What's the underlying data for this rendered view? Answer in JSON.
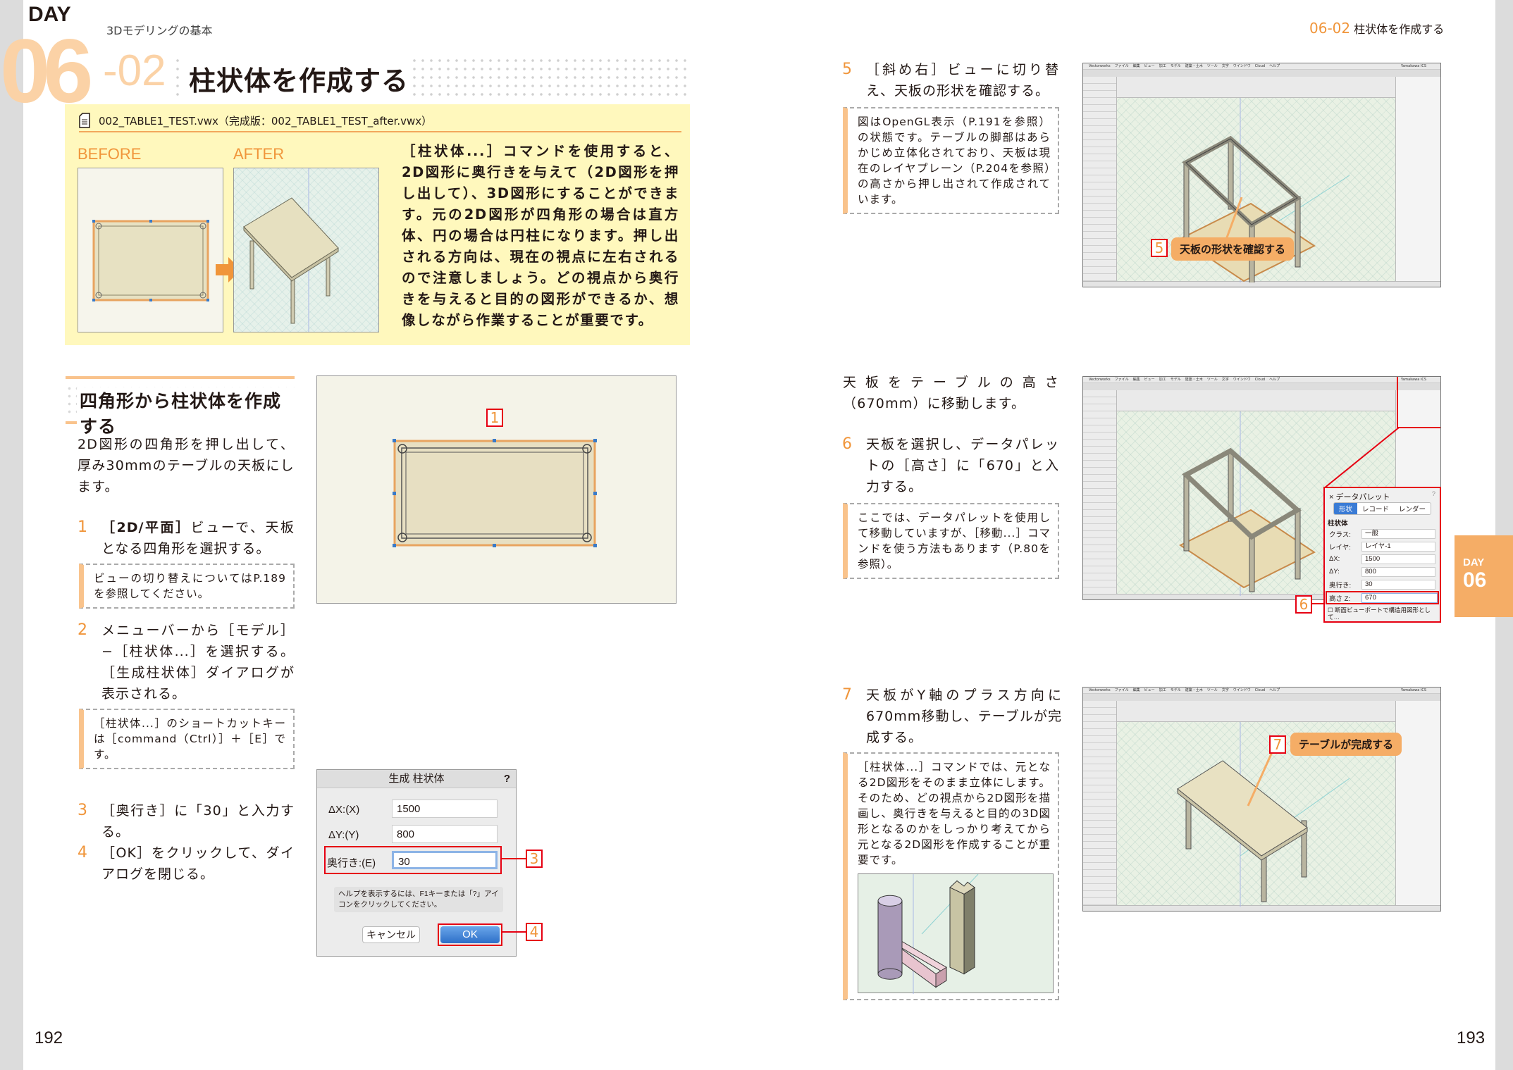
{
  "left_page": {
    "chapter_label": "3Dモデリングの基本",
    "day_label": "DAY",
    "day_number": "06",
    "section_number": "-02",
    "title": "柱状体を作成する",
    "intro_box": {
      "file_line": "002_TABLE1_TEST.vwx（完成版：002_TABLE1_TEST_after.vwx）",
      "before_label": "BEFORE",
      "after_label": "AFTER",
      "description": "［柱状体...］コマンドを使用すると、2D図形に奥行きを与えて（2D図形を押し出して）、3D図形にすることができます。元の2D図形が四角形の場合は直方体、円の場合は円柱になります。押し出される方向は、現在の視点に左右されるので注意しましょう。どの視点から奥行きを与えると目的の図形ができるか、想像しながら作業することが重要です。"
    },
    "section_heading": "四角形から柱状体を作成する",
    "section_intro": "2D図形の四角形を押し出して、厚み30mmのテーブルの天板にします。",
    "steps": [
      {
        "num": "1",
        "text_pre": "［2D/平面］",
        "text": "ビューで、天板となる四角形を選択する。"
      },
      {
        "num": "2",
        "text": "メニューバーから［モデル］−［柱状体...］を選択する。［生成柱状体］ダイアログが表示される。"
      },
      {
        "num": "3",
        "text": "［奥行き］に「30」と入力する。"
      },
      {
        "num": "4",
        "text": "［OK］をクリックして、ダイアログを閉じる。"
      }
    ],
    "notes": [
      "ビューの切り替えについてはP.189を参照してください。",
      "［柱状体...］のショートカットキーは［command（Ctrl）］＋［E］です。"
    ],
    "dialog": {
      "title": "生成 柱状体",
      "help": "?",
      "fields": [
        {
          "label": "ΔX:(X)",
          "value": "1500"
        },
        {
          "label": "ΔY:(Y)",
          "value": "800"
        },
        {
          "label": "奥行き:(E)",
          "value": "30"
        }
      ],
      "help_text": "ヘルプを表示するには、F1キーまたは「?」アイコンをクリックしてください。",
      "cancel": "キャンセル",
      "ok": "OK",
      "callout_3": "3",
      "callout_4": "4"
    },
    "canvas_callout": "1",
    "page_number": "192"
  },
  "right_page": {
    "header_number": "06-02",
    "header_title": "柱状体を作成する",
    "step5": {
      "num": "5",
      "text": "［斜め右］ビューに切り替え、天板の形状を確認する。"
    },
    "note5": "図はOpenGL表示（P.191を参照）の状態です。テーブルの脚部はあらかじめ立体化されており、天板は現在のレイヤプレーン（P.204を参照）の高さから押し出されて作成されています。",
    "callout5": {
      "num": "5",
      "text": "天板の形状を確認する"
    },
    "move_intro": "天板をテーブルの高さ（670mm）に移動します。",
    "step6": {
      "num": "6",
      "text": "天板を選択し、データパレットの［高さ］に「670」と入力する。"
    },
    "note6": "ここでは、データパレットを使用して移動していますが、［移動...］コマンドを使う方法もあります（P.80を参照）。",
    "data_palette": {
      "title": "データパレット",
      "help": "?",
      "tabs": [
        "形状",
        "レコード",
        "レンダー"
      ],
      "object_type": "柱状体",
      "rows": [
        {
          "label": "クラス:",
          "value": "一般"
        },
        {
          "label": "レイヤ:",
          "value": "レイヤ-1"
        },
        {
          "label": "ΔX:",
          "value": "1500"
        },
        {
          "label": "ΔY:",
          "value": "800"
        },
        {
          "label": "奥行き:",
          "value": "30"
        },
        {
          "label": "高さ Z:",
          "value": "670"
        }
      ],
      "checkbox": "断面ビューポートで構造用図形として…",
      "callout": "6"
    },
    "step7": {
      "num": "7",
      "text": "天板がY軸のプラス方向に670mm移動し、テーブルが完成する。"
    },
    "note7": "［柱状体...］コマンドでは、元となる2D図形をそのまま立体にします。そのため、どの視点から2D図形を描画し、奥行きを与えると目的の3D図形となるのかをしっかり考えてから元となる2D図形を作成することが重要です。",
    "callout7": {
      "num": "7",
      "text": "テーブルが完成する"
    },
    "day_tab": {
      "label": "DAY",
      "number": "06"
    },
    "page_number": "193",
    "app_menu": [
      "Vectorworks",
      "ファイル",
      "編集",
      "ビュー",
      "加工",
      "モデル",
      "建築・土木",
      "ツール",
      "文字",
      "ウインドウ",
      "Cloud",
      "ヘルプ"
    ],
    "app_user": "Yamakawa ICS"
  },
  "colors": {
    "accent": "#f0953a",
    "light_accent": "#fbd2a6",
    "highlight_box": "#fff8bd",
    "callout_red": "#e60012"
  }
}
